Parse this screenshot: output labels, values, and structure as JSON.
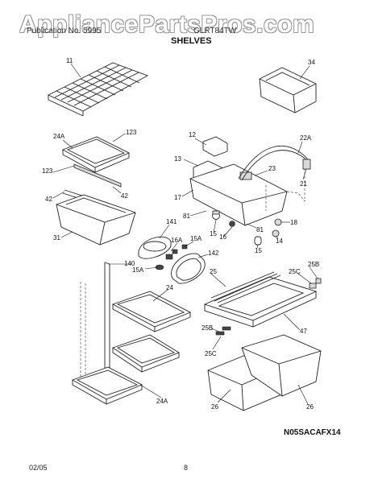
{
  "watermark": "AppliancePartsPros.com",
  "header": {
    "left": "Publication No. 5995",
    "right": "GLRT84TW",
    "section": "SHELVES"
  },
  "diagram_code": "N05SACAFX14",
  "footer": {
    "date": "02/05",
    "page": "8"
  },
  "callouts": [
    "11",
    "34",
    "24A",
    "123",
    "12",
    "22A",
    "13",
    "23",
    "21",
    "123",
    "42",
    "42",
    "17",
    "81",
    "31",
    "141",
    "16A",
    "15A",
    "15",
    "18",
    "16",
    "81",
    "14",
    "15",
    "140",
    "15A",
    "142",
    "24",
    "25",
    "25C",
    "25B",
    "47",
    "25B",
    "25C",
    "26",
    "24A",
    "26"
  ]
}
